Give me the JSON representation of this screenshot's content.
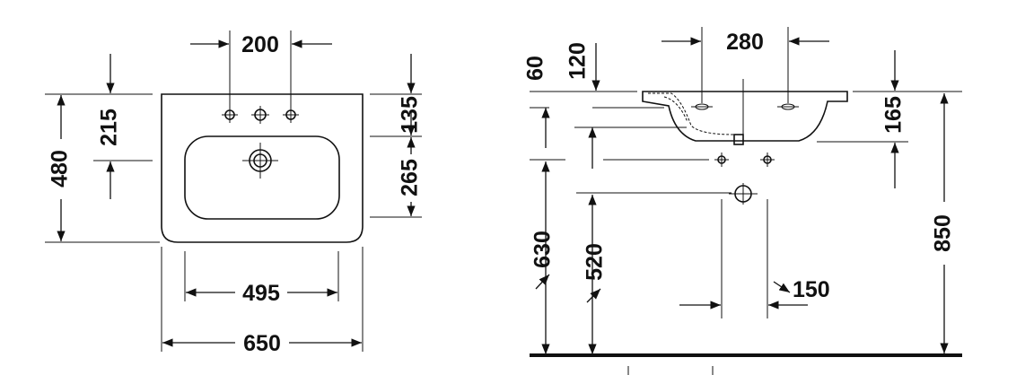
{
  "front_view": {
    "width_top": "200",
    "height_overall": "480",
    "height_to_tap": "215",
    "depth_top": "135",
    "depth_bowl": "265",
    "width_bowl": "495",
    "width_overall": "650"
  },
  "side_view": {
    "dim_60": "60",
    "dim_120": "120",
    "dim_280": "280",
    "dim_165": "165",
    "dim_850": "850",
    "dim_630": "630",
    "dim_520": "520",
    "dim_150": "150"
  }
}
